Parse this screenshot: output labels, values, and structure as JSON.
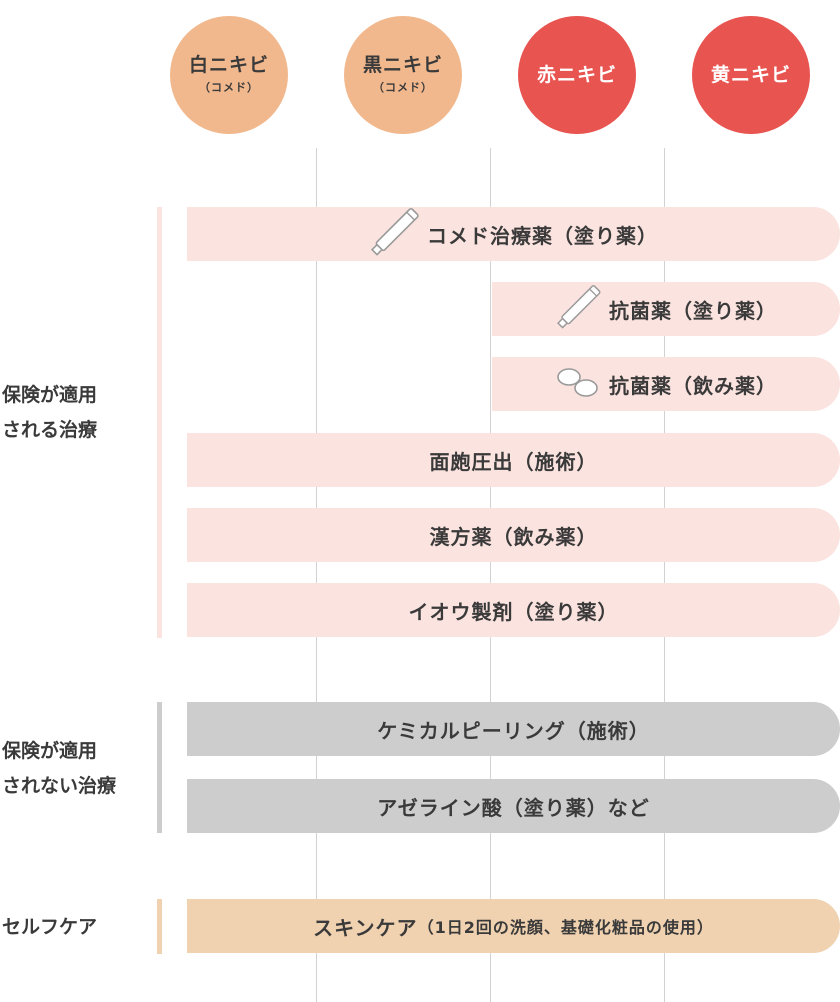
{
  "columns": [
    {
      "main": "白ニキビ",
      "sub": "（コメド）",
      "color": "#f2b88d"
    },
    {
      "main": "黒ニキビ",
      "sub": "（コメド）",
      "color": "#f2b88d"
    },
    {
      "main": "赤ニキビ",
      "sub": "",
      "color": "#e85450"
    },
    {
      "main": "黄ニキビ",
      "sub": "",
      "color": "#e85450"
    }
  ],
  "groups": {
    "insured": {
      "label_line1": "保険が適用",
      "label_line2": "される治療"
    },
    "uninsured": {
      "label_line1": "保険が適用",
      "label_line2": "されない治療"
    },
    "selfcare": {
      "label_line1": "セルフケア"
    }
  },
  "treatments": {
    "comedo_topical": {
      "label": "コメド治療薬（塗り薬）",
      "icon": "tube-icon"
    },
    "antibacterial_topical": {
      "label": "抗菌薬（塗り薬）",
      "icon": "tube-icon"
    },
    "antibacterial_oral": {
      "label": "抗菌薬（飲み薬）",
      "icon": "pills-icon"
    },
    "extraction": {
      "label": "面皰圧出（施術）"
    },
    "kampo": {
      "label": "漢方薬（飲み薬）"
    },
    "sulfur": {
      "label": "イオウ製剤（塗り薬）"
    },
    "peeling": {
      "label": "ケミカルピーリング（施術）"
    },
    "azelaic": {
      "label": "アゼライン酸（塗り薬）など"
    },
    "skincare": {
      "label": "スキンケア",
      "sub": "（1日2回の洗顔、基礎化粧品の使用）"
    }
  },
  "colors": {
    "insured": "#fbe3df",
    "uninsured": "#cdcdcd",
    "selfcare": "#f0d2b0",
    "comedo_circle": "#f2b88d",
    "inflamed_circle": "#e85450"
  }
}
